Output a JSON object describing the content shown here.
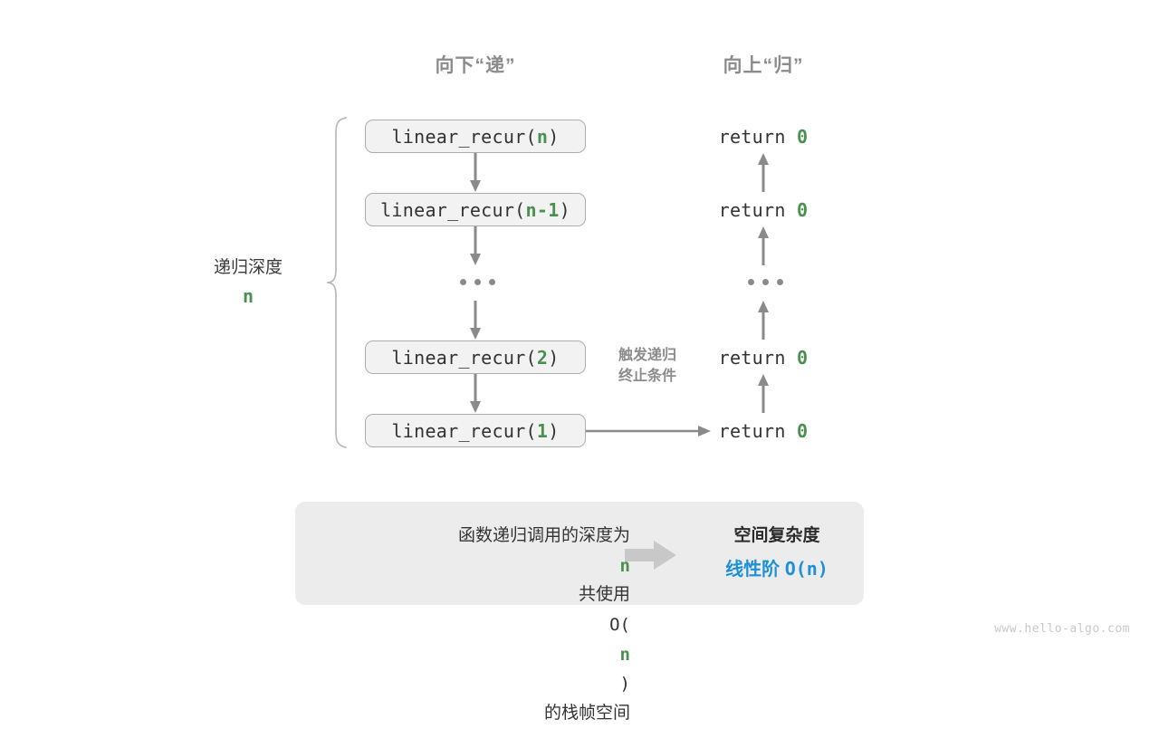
{
  "headers": {
    "down": "向下“递”",
    "up": "向上“归”"
  },
  "depth": {
    "label": "递归深度",
    "variable": "n"
  },
  "call_stack": [
    {
      "name": "linear_recur(",
      "arg": "n",
      "close": ")",
      "return": "return ",
      "ret_value": "0"
    },
    {
      "name": "linear_recur(",
      "arg": "n-1",
      "close": ")",
      "return": "return ",
      "ret_value": "0"
    },
    {
      "name": "linear_recur(",
      "arg": "2",
      "close": ")",
      "return": "return ",
      "ret_value": "0"
    },
    {
      "name": "linear_recur(",
      "arg": "1",
      "close": ")",
      "return": "return ",
      "ret_value": "0"
    }
  ],
  "ellipsis": "...",
  "trigger_note": {
    "line1": "触发递归",
    "line2": "终止条件"
  },
  "summary": {
    "left_line1_prefix": "函数递归调用的深度为 ",
    "left_line1_var": "n",
    "left_line2_prefix": "共使用 ",
    "left_line2_o": "O(",
    "left_line2_var": "n",
    "left_line2_close": ")",
    "left_line2_suffix": " 的栈帧空间",
    "right_title": "空间复杂度",
    "right_value_text": "线性阶 ",
    "right_value_mono": "O(n)"
  },
  "watermark": "www.hello-algo.com",
  "colors": {
    "green": "#4a9150",
    "blue": "#1e90d8",
    "gray_text": "#8c8c8c",
    "box_fill": "#f2f2f2",
    "box_border": "#adadad",
    "panel_fill": "#ececec",
    "arrow": "#8a8a8a",
    "block_arrow": "#c8c8c8"
  }
}
